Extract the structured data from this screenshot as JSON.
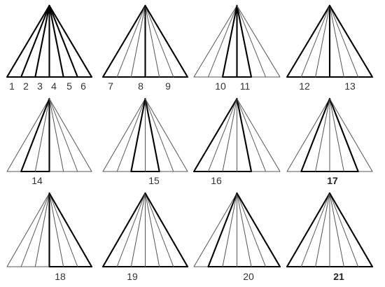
{
  "diagram": {
    "line_color": "#111111",
    "highlight_color": "#000000",
    "panels": [
      {
        "labels": [
          {
            "text": "1",
            "bold": false
          },
          {
            "text": "2",
            "bold": false
          },
          {
            "text": "3",
            "bold": false
          },
          {
            "text": "4",
            "bold": false
          },
          {
            "text": "5",
            "bold": false
          },
          {
            "text": "6",
            "bold": false
          }
        ],
        "highlight_lines": [
          0,
          1,
          2,
          3,
          4,
          5,
          6
        ],
        "highlight_base": [
          0,
          6
        ]
      },
      {
        "labels": [
          {
            "text": "7",
            "bold": false
          },
          {
            "text": "8",
            "bold": false
          },
          {
            "text": "9",
            "bold": false
          }
        ],
        "highlight_lines": [
          0,
          3,
          6
        ],
        "highlight_base": [
          0,
          6
        ]
      },
      {
        "labels": [
          {
            "text": "10",
            "bold": false
          },
          {
            "text": "11",
            "bold": false
          }
        ],
        "highlight_lines": [
          2,
          3,
          4
        ],
        "highlight_base": [
          2,
          4
        ]
      },
      {
        "labels": [
          {
            "text": "12",
            "bold": false
          },
          {
            "text": "13",
            "bold": false
          }
        ],
        "highlight_lines": [
          0,
          3,
          6
        ],
        "highlight_base": [
          0,
          6
        ]
      },
      {
        "labels": [
          {
            "text": "14",
            "bold": false
          }
        ],
        "highlight_lines": [
          1,
          3
        ],
        "highlight_base": [
          1,
          3
        ]
      },
      {
        "labels": [
          {
            "text": "15",
            "bold": false
          }
        ],
        "highlight_lines": [
          2,
          4
        ],
        "highlight_base": [
          2,
          4
        ]
      },
      {
        "labels": [
          {
            "text": "16",
            "bold": false
          }
        ],
        "highlight_lines": [
          0,
          4
        ],
        "highlight_base": [
          0,
          4
        ]
      },
      {
        "labels": [
          {
            "text": "17",
            "bold": true
          }
        ],
        "highlight_lines": [
          1,
          5
        ],
        "highlight_base": [
          1,
          5
        ]
      },
      {
        "labels": [
          {
            "text": "18",
            "bold": false
          }
        ],
        "highlight_lines": [
          3,
          6
        ],
        "highlight_base": [
          3,
          6
        ]
      },
      {
        "labels": [
          {
            "text": "19",
            "bold": false
          }
        ],
        "highlight_lines": [
          0,
          6
        ],
        "highlight_base": [
          0,
          6
        ]
      },
      {
        "labels": [
          {
            "text": "20",
            "bold": false
          }
        ],
        "highlight_lines": [
          1,
          6
        ],
        "highlight_base": [
          1,
          6
        ]
      },
      {
        "labels": [
          {
            "text": "21",
            "bold": true
          }
        ],
        "highlight_lines": [
          0,
          6
        ],
        "highlight_base": [
          0,
          6
        ]
      }
    ]
  }
}
